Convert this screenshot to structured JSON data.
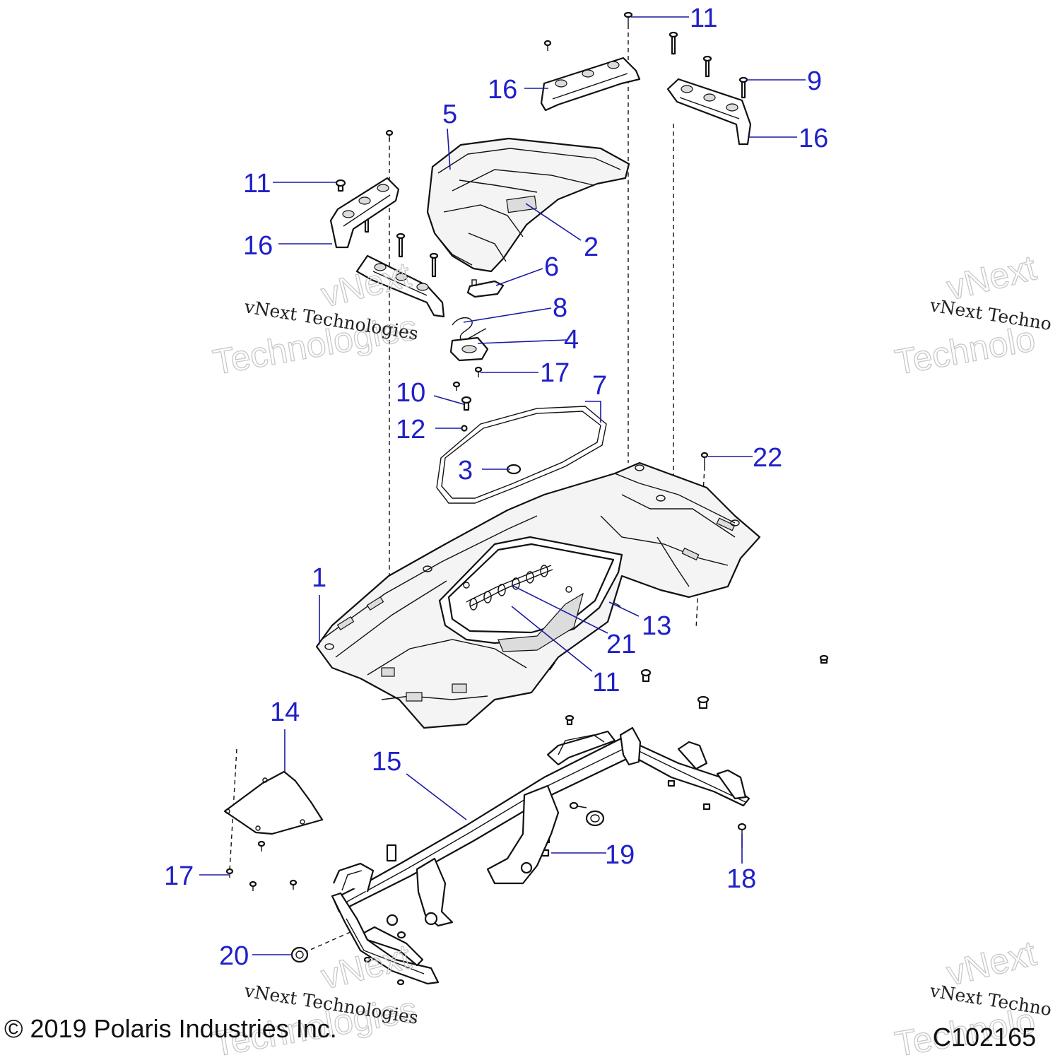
{
  "callouts": [
    {
      "id": "c-11-top",
      "text": "11"
    },
    {
      "id": "c-16-top",
      "text": "16"
    },
    {
      "id": "c-9",
      "text": "9"
    },
    {
      "id": "c-16-right",
      "text": "16"
    },
    {
      "id": "c-5",
      "text": "5"
    },
    {
      "id": "c-11-left",
      "text": "11"
    },
    {
      "id": "c-16-left",
      "text": "16"
    },
    {
      "id": "c-2",
      "text": "2"
    },
    {
      "id": "c-6",
      "text": "6"
    },
    {
      "id": "c-8",
      "text": "8"
    },
    {
      "id": "c-4",
      "text": "4"
    },
    {
      "id": "c-17-mid",
      "text": "17"
    },
    {
      "id": "c-10",
      "text": "10"
    },
    {
      "id": "c-7",
      "text": "7"
    },
    {
      "id": "c-12",
      "text": "12"
    },
    {
      "id": "c-22",
      "text": "22"
    },
    {
      "id": "c-3",
      "text": "3"
    },
    {
      "id": "c-1",
      "text": "1"
    },
    {
      "id": "c-13",
      "text": "13"
    },
    {
      "id": "c-21",
      "text": "21"
    },
    {
      "id": "c-11-bottom",
      "text": "11"
    },
    {
      "id": "c-14",
      "text": "14"
    },
    {
      "id": "c-15",
      "text": "15"
    },
    {
      "id": "c-19",
      "text": "19"
    },
    {
      "id": "c-17-bottom",
      "text": "17"
    },
    {
      "id": "c-18",
      "text": "18"
    },
    {
      "id": "c-20",
      "text": "20"
    }
  ],
  "watermark": {
    "small_text": "vNext Technologies",
    "big_line1": "vNext",
    "big_line2": "Technologies",
    "big_line2_cut": "Technolo",
    "small_text_cut": "vNext Techno"
  },
  "footer": {
    "copyright": "© 2019 Polaris Industries Inc.",
    "diagram_code": "C102165"
  },
  "colors": {
    "callout": "#2020c8",
    "line": "#111111",
    "watermark": "#c8c8c8"
  }
}
